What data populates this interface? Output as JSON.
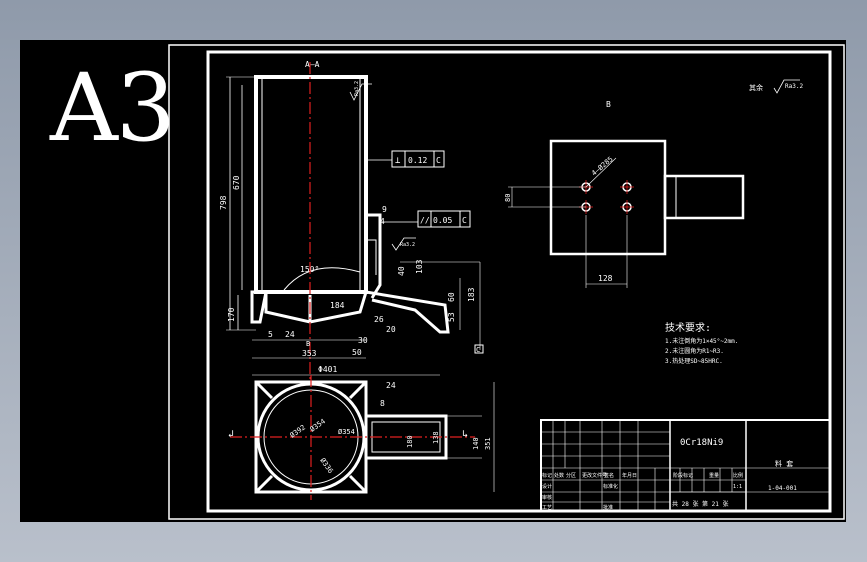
{
  "sheet_size_label": "A3",
  "section_label": "A–A",
  "view_label": "B",
  "roughness_note": "其余",
  "roughness_value": "Ra3.2",
  "roughness_values": {
    "top": "Ra3.2",
    "wall": "Ra3.2"
  },
  "tolerances": {
    "perpendicularity": {
      "symbol": "⊥",
      "value": "0.12",
      "datum": "C"
    },
    "parallelism": {
      "symbol": "//",
      "value": "0.05",
      "datum": "C"
    }
  },
  "datum_letter": "C",
  "dimensions": {
    "height_total": "798",
    "height_inner": "670",
    "height_base": "170",
    "angle": "150°",
    "d184": "184",
    "d9": "9",
    "d4": "4",
    "d40": "40",
    "d103": "103",
    "d60": "60",
    "d183": "183",
    "d53": "53",
    "d26": "26",
    "d30": "30",
    "d20": "20",
    "d5": "5",
    "d24": "24",
    "d50": "50",
    "d353": "353",
    "d401": "Φ401",
    "d24b": "24",
    "d8": "8",
    "d392": "Ø392",
    "d354a": "Ø354",
    "d354b": "Ø354",
    "d336": "Ø336",
    "d180": "180",
    "d138": "138",
    "d140": "140",
    "d351": "351",
    "hole_spec": "4–Ø285",
    "d80": "80",
    "d128": "128",
    "section_B": "B"
  },
  "technical_requirements": {
    "title": "技术要求:",
    "items": [
      "1.未注倒角为1×45°~2mm.",
      "2.未注圆角为R1~R3.",
      "3.热处理SD~85HRC."
    ]
  },
  "title_block": {
    "material": "0Cr18Ni9",
    "part_name": "料  套",
    "drawing_number": "1-04-001",
    "sheet_info": "共 28 张  第 21 张",
    "scale_label": "比例",
    "weight_label": "重量",
    "stage_label": "阶段标记",
    "scale_value": "1:1",
    "row_labels": [
      "标记",
      "处数",
      "分区",
      "更改文件号",
      "签名",
      "年月日"
    ],
    "left_labels": [
      "设计",
      "审核",
      "工艺"
    ],
    "right_labels": [
      "标准化",
      "批准"
    ]
  }
}
